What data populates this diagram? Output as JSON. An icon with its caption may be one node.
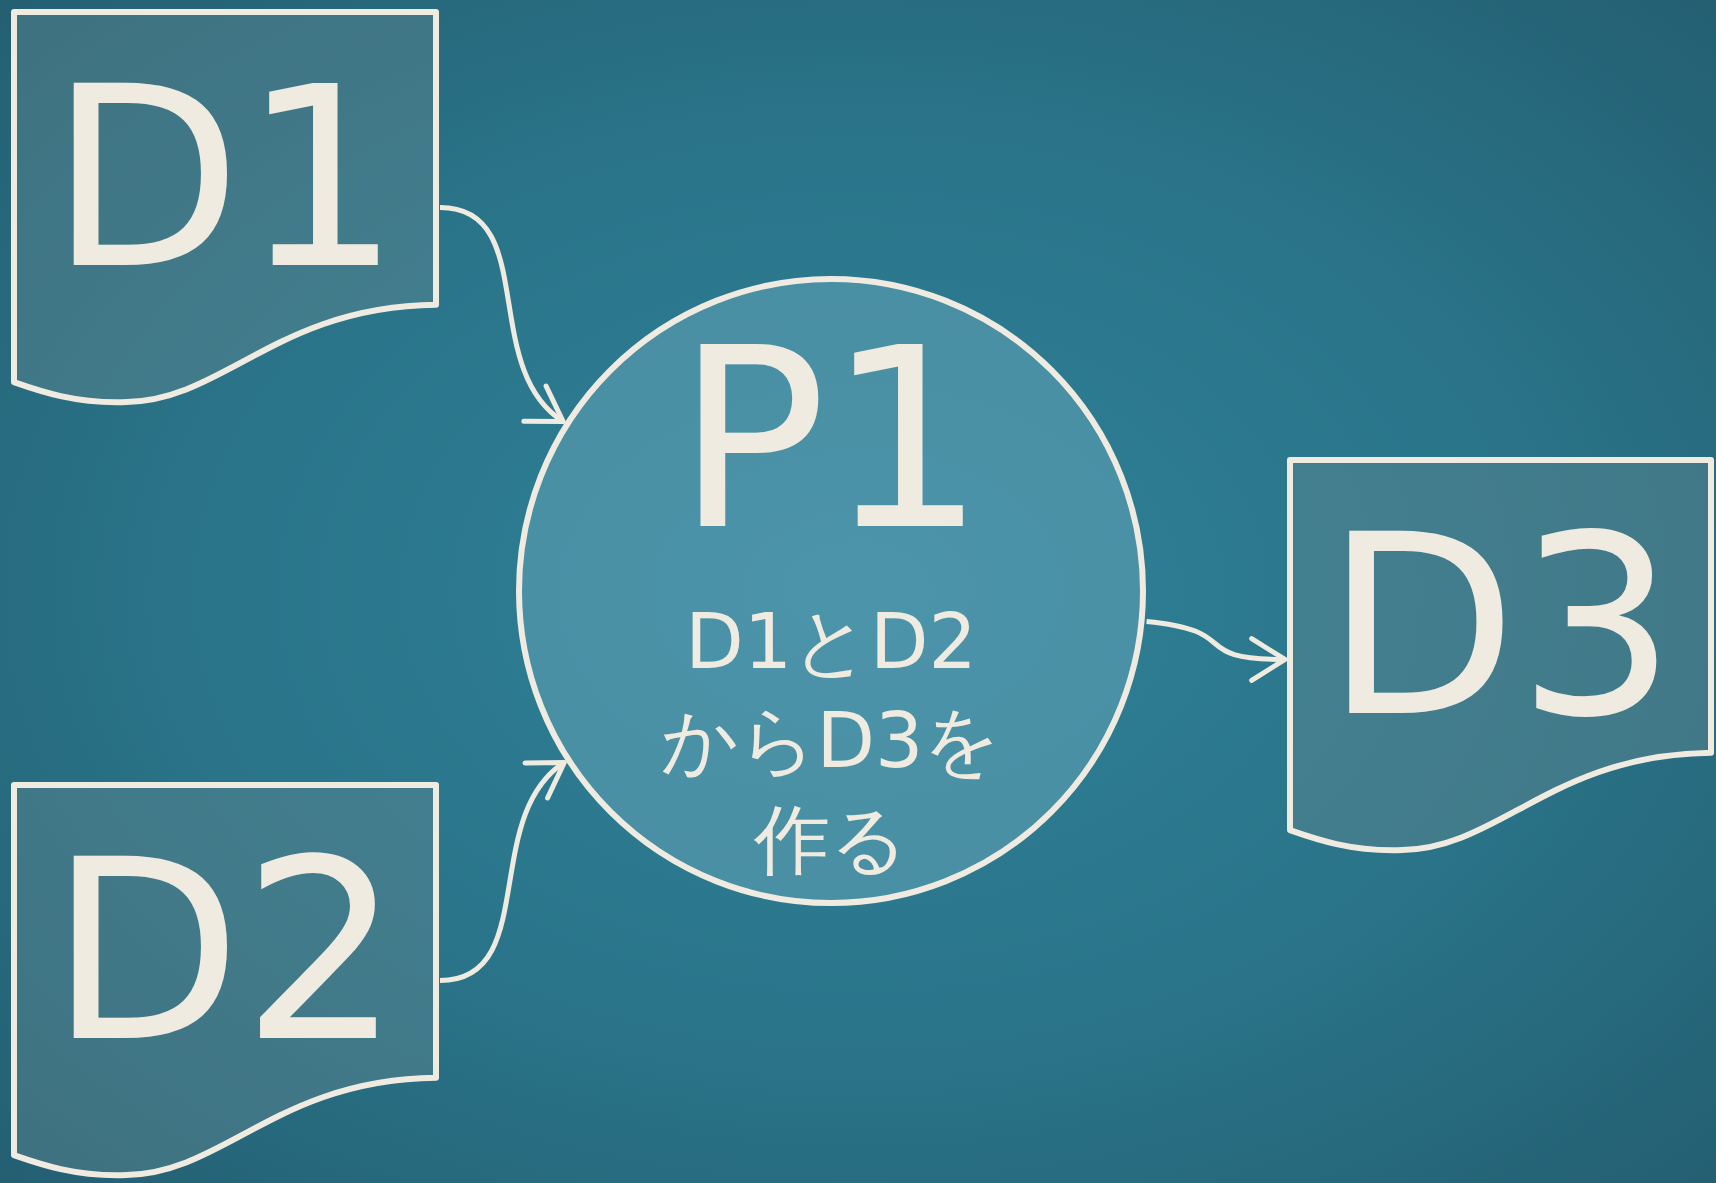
{
  "diagram": {
    "nodes": [
      {
        "text": [
          "D1"
        ]
      },
      {
        "text": [
          "D2"
        ]
      },
      {
        "text": [
          "P1",
          "D1とD2からD3を作る"
        ]
      },
      {
        "text": [
          "D3"
        ]
      }
    ],
    "edges": [
      {
        "from": 0,
        "to": 2,
        "arrow": "to"
      },
      {
        "from": 1,
        "to": 2,
        "arrow": "to"
      },
      {
        "from": 2,
        "to": 3,
        "arrow": "to"
      }
    ]
  }
}
